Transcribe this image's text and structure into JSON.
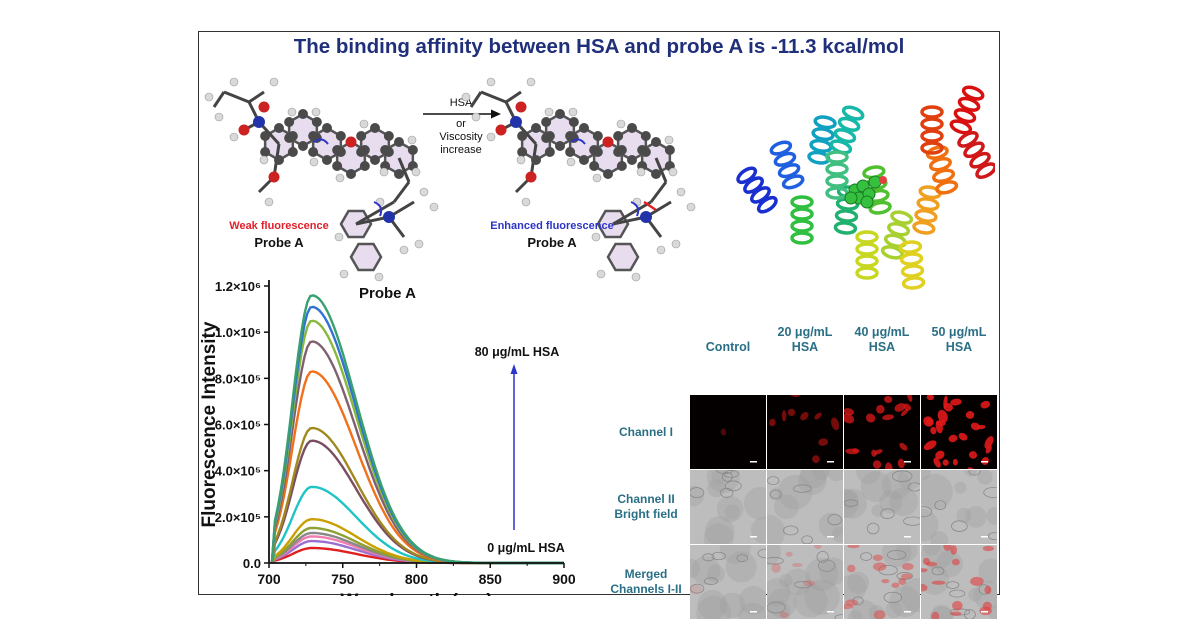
{
  "title": "The binding affinity between HSA and probe A is -11.3 kcal/mol",
  "scheme": {
    "left_state": "Weak fluorescence",
    "left_name": "Probe A",
    "right_state": "Enhanced fluorescence",
    "right_name": "Probe A",
    "arrow_top": "HSA",
    "arrow_middle": "or",
    "arrow_bottom_1": "Viscosity",
    "arrow_bottom_2": "increase",
    "colors": {
      "weak": "#e0202a",
      "enhanced": "#2c35c8"
    }
  },
  "chart_data": {
    "type": "line",
    "title": "Probe A",
    "xlabel": "Wavelength (nm)",
    "ylabel": "Fluorescence Intensity",
    "xlim": [
      700,
      900
    ],
    "ylim": [
      0,
      1200000
    ],
    "x_ticks": [
      "700",
      "750",
      "800",
      "850",
      "900"
    ],
    "y_ticks": [
      "0.0",
      "2.0×10⁵",
      "4.0×10⁵",
      "6.0×10⁵",
      "8.0×10⁵",
      "1.0×10⁶",
      "1.2×10⁶"
    ],
    "annotation_top": "80 μg/mL HSA",
    "annotation_bottom": "0 μg/mL HSA",
    "peak_wavelength": 729,
    "series": [
      {
        "peak": 65000,
        "color": "#e02020"
      },
      {
        "peak": 95000,
        "color": "#9a6fd0"
      },
      {
        "peak": 115000,
        "color": "#ef7fb0"
      },
      {
        "peak": 130000,
        "color": "#888888"
      },
      {
        "peak": 152000,
        "color": "#8fa030"
      },
      {
        "peak": 190000,
        "color": "#c9a000"
      },
      {
        "peak": 330000,
        "color": "#1fc4c4"
      },
      {
        "peak": 530000,
        "color": "#7a4d60"
      },
      {
        "peak": 585000,
        "color": "#a08a20"
      },
      {
        "peak": 830000,
        "color": "#f0701c"
      },
      {
        "peak": 960000,
        "color": "#806070"
      },
      {
        "peak": 1050000,
        "color": "#88b83c"
      },
      {
        "peak": 1110000,
        "color": "#2f74d0"
      },
      {
        "peak": 1160000,
        "color": "#3aa070"
      }
    ]
  },
  "imaging": {
    "columns": [
      "Control",
      "20 μg/mL\nHSA",
      "40 μg/mL\nHSA",
      "50 μg/mL\nHSA"
    ],
    "rows": [
      "Channel I",
      "Channel II\nBright field",
      "Merged\nChannels I-II"
    ],
    "red_intensity": [
      0.05,
      0.35,
      0.75,
      1.0
    ]
  }
}
